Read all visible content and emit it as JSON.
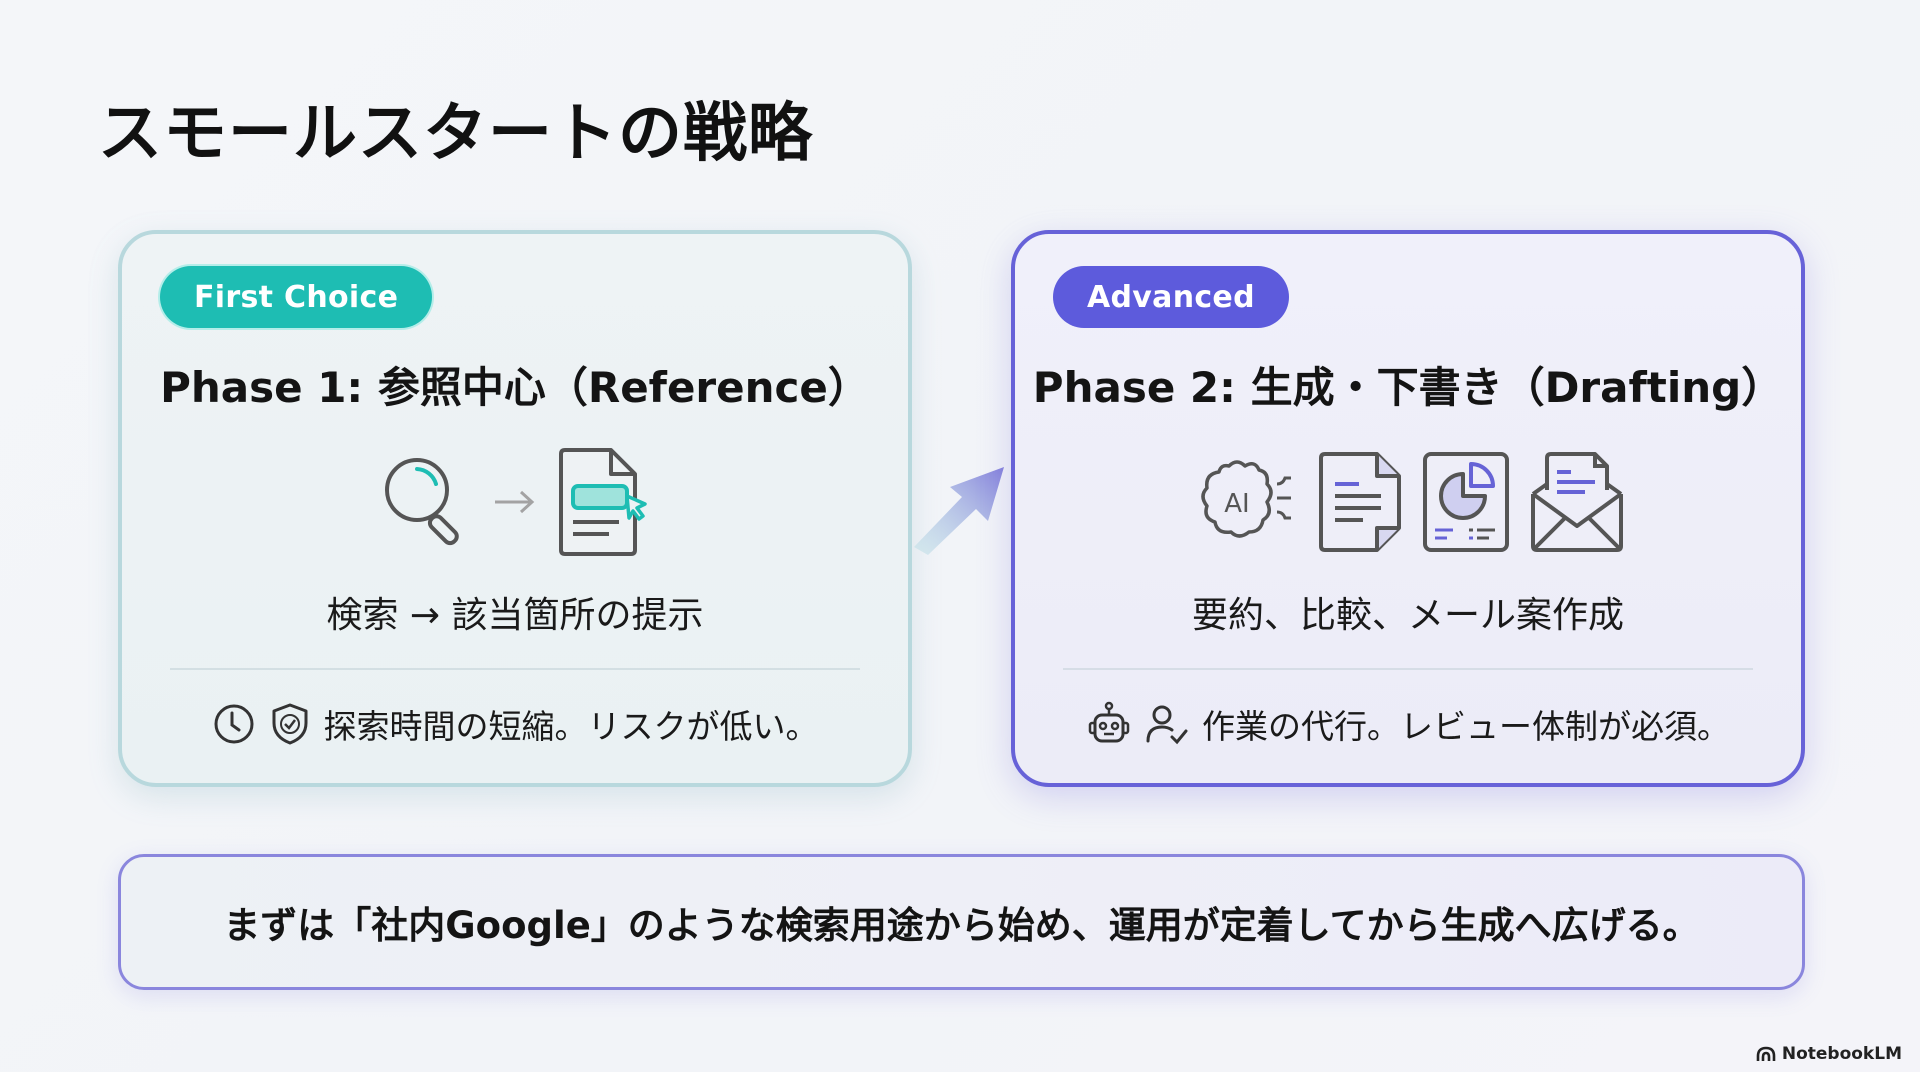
{
  "slide": {
    "title": "スモールスタートの戦略"
  },
  "colors": {
    "teal_accent": "#1ebdb3",
    "indigo_accent": "#5d5bdc",
    "teal_border": "#b8d8dd",
    "indigo_border": "#6762d8",
    "background": "#f3f5f8"
  },
  "cards": [
    {
      "badge": "First Choice",
      "title": "Phase 1: 参照中心（Reference）",
      "icons": [
        "magnifier-icon",
        "arrow-right-icon",
        "document-highlight-cursor-icon"
      ],
      "subtitle": "検索 → 該当箇所の提示",
      "footer_icons": [
        "clock-icon",
        "shield-check-icon"
      ],
      "footer_text": "探索時間の短縮。リスクが低い。"
    },
    {
      "badge": "Advanced",
      "title": "Phase 2: 生成・下書き（Drafting）",
      "icons": [
        "ai-brain-icon",
        "document-text-icon",
        "report-pie-chart-icon",
        "mail-envelope-icon"
      ],
      "subtitle": "要約、比較、メール案作成",
      "footer_icons": [
        "robot-icon",
        "user-check-icon"
      ],
      "footer_text": "作業の代行。レビュー体制が必須。"
    }
  ],
  "transition": {
    "icon": "arrow-up-right-icon"
  },
  "banner": {
    "text": "まずは「社内Google」のような検索用途から始め、運用が定着してから生成へ広げる。"
  },
  "brand": {
    "name": "NotebookLM"
  }
}
